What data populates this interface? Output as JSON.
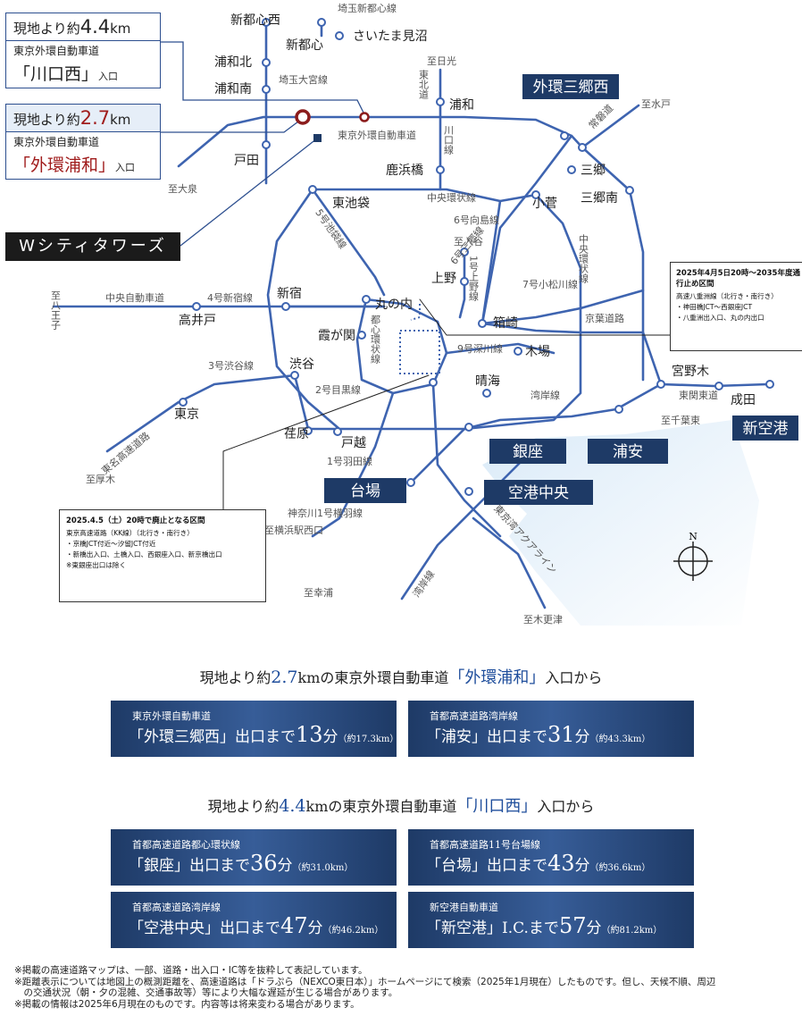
{
  "callout_kawaguchi": {
    "dist_prefix": "現地より約",
    "dist_value": "4.4",
    "dist_unit": "km",
    "road": "東京外環自動車道",
    "entrance": "「川口西」",
    "entrance_suffix": "入口"
  },
  "callout_urawa": {
    "dist_prefix": "現地より約",
    "dist_value": "2.7",
    "dist_unit": "km",
    "road": "東京外環自動車道",
    "entrance": "「外環浦和」",
    "entrance_suffix": "入口"
  },
  "property_label": "Wシティタワーズ",
  "highlight_labels": {
    "gaikan_misato": "外環三郷西",
    "ginza": "銀座",
    "urayasu": "浦安",
    "daiba": "台場",
    "kuko_chuo": "空港中央",
    "shin_kuko": "新空港"
  },
  "place_labels": {
    "shintoshin_nishi": "新都心西",
    "saitama_shintoshin_line": "埼玉新都心線",
    "shintoshin": "新都心",
    "saitama_minuma": "さいたま見沼",
    "urawa_kita": "浦和北",
    "saitama_omiya_line": "埼玉大宮線",
    "urawa_minami": "浦和南",
    "to_nikko": "至日光",
    "tohoku": "東北道",
    "urawa": "浦和",
    "to_mito": "至水戸",
    "gaikan_road": "東京外環自動車道",
    "kawaguchi_line": "川口線",
    "joban": "常磐道",
    "toda": "戸田",
    "to_oizumi": "至大泉",
    "kahamabashi": "鹿浜橋",
    "misato_line": "6号三郷線",
    "misato": "三郷",
    "higashi_ikebukuro": "東池袋",
    "chuo_kanjo": "中央環状線",
    "kosuge": "小菅",
    "misato_minami": "三郷南",
    "mukojima": "6号向島線",
    "ikebukuro_line": "5号池袋線",
    "to_iriya": "至入谷",
    "chuo_kanjo_v": "中央環状線",
    "ueno": "上野",
    "ueno_line": "1号上野線",
    "komatsugawa": "7号小松川線",
    "to_hachioji": "至八王子",
    "chuo_expressway": "中央自動車道",
    "shinjuku_line": "4号新宿線",
    "shinjuku": "新宿",
    "marunouchi": "丸の内",
    "takaido": "高井戸",
    "toshin_kanjo": "都心環状線",
    "hakozaki": "箱崎",
    "keiyo": "京葉道路",
    "kasumigaseki": "霞が関",
    "fukagawa": "9号深川線",
    "kiba": "木場",
    "shibuya_line": "3号渋谷線",
    "shibuya": "渋谷",
    "miyanogi": "宮野木",
    "harumi": "晴海",
    "meguro_line": "2号目黒線",
    "wangan": "湾岸線",
    "higashi_kanto": "東関東道",
    "narita": "成田",
    "tomei": "東名高速道路",
    "tokyo": "東京",
    "ebara": "荏原",
    "togoshi": "戸越",
    "to_chiba_higashi": "至千葉東",
    "haneda_line": "1号羽田線",
    "to_atsugi": "至厚木",
    "kanagawa_line": "神奈川1号横羽線",
    "to_yokohama": "至横浜駅西口",
    "wangan2": "湾岸線",
    "aqualine": "東京湾アクアライン",
    "to_saiwai": "至幸浦",
    "to_kisarazu": "至木更津",
    "north": "N"
  },
  "note_yaesu": {
    "title": "2025年4月5日20時～2035年度通行止め区間",
    "line1": "高速八重洲線（北行き・南行き）",
    "line2": "・神田橋JCT～西銀座JCT",
    "line3": "・八重洲出入口、丸の内出口"
  },
  "note_kk": {
    "title": "2025.4.5（土）20時で廃止となる区間",
    "line1": "東京高速道路（KK線）（北行き・南行き）",
    "line2": "・京橋JCT付近～汐留JCT付近",
    "line3": "・新橋出入口、土橋入口、西銀座入口、新京橋出口",
    "line4": "※東銀座出口は除く"
  },
  "section1": {
    "prefix": "現地より約",
    "dist": "2.7",
    "mid": "kmの東京外環自動車道",
    "name": "「外環浦和」",
    "suffix": "入口から"
  },
  "section2": {
    "prefix": "現地より約",
    "dist": "4.4",
    "mid": "kmの東京外環自動車道",
    "name": "「川口西」",
    "suffix": "入口から"
  },
  "cards": [
    {
      "sub": "東京外環自動車道",
      "dest": "「外環三郷西」",
      "mid": "出口まで",
      "minutes": "13",
      "unit": "分",
      "km": "（約17.3km）"
    },
    {
      "sub": "首都高速道路湾岸線",
      "dest": "「浦安」",
      "mid": "出口まで",
      "minutes": "31",
      "unit": "分",
      "km": "（約43.3km）"
    },
    {
      "sub": "首都高速道路都心環状線",
      "dest": "「銀座」",
      "mid": "出口まで",
      "minutes": "36",
      "unit": "分",
      "km": "（約31.0km）"
    },
    {
      "sub": "首都高速道路11号台場線",
      "dest": "「台場」",
      "mid": "出口まで",
      "minutes": "43",
      "unit": "分",
      "km": "（約36.6km）"
    },
    {
      "sub": "首都高速道路湾岸線",
      "dest": "「空港中央」",
      "mid": "出口まで",
      "minutes": "47",
      "unit": "分",
      "km": "（約46.2km）"
    },
    {
      "sub": "新空港自動車道",
      "dest": "「新空港」",
      "mid": "I.C.まで",
      "minutes": "57",
      "unit": "分",
      "km": "（約81.2km）"
    }
  ],
  "footnotes": [
    "※掲載の高速道路マップは、一部、道路・出入口・IC等を抜粋して表記しています。",
    "※距離表示については地図上の概測距離を、高速道路は「ドラぷら（NEXCO東日本）」ホームページにて検索（2025年1月現在）したものです。但し、天候不順、周辺",
    "　の交通状況（朝・夕の混雑、交通事故等）等により大幅な遅延が生じる場合があります。",
    "※掲載の情報は2025年6月現在のものです。内容等は将来変わる場合があります。"
  ],
  "colors": {
    "road": "#3e64b0",
    "accent_red": "#8b1c1c",
    "navy": "#1e3a66",
    "bay": "#cfe2f3"
  }
}
